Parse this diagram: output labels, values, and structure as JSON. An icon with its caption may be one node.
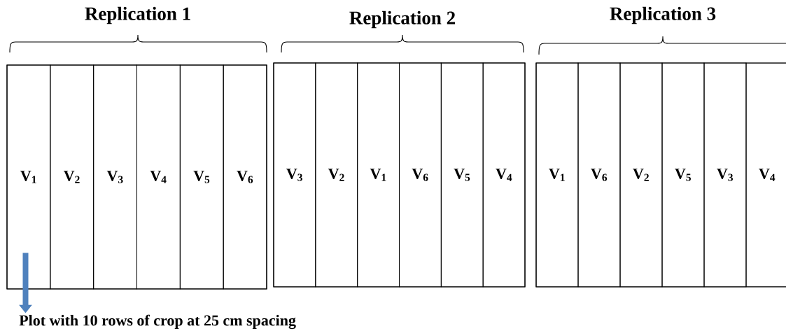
{
  "diagram": {
    "nodes": [
      {
        "text": [
          "Replication 1"
        ]
      },
      {
        "text": [
          "V$_{1}$"
        ],
        "in": 0
      },
      {
        "text": [
          "V$_{2}$"
        ],
        "in": 0
      },
      {
        "text": [
          "V$_{3}$"
        ],
        "in": 0
      },
      {
        "text": [
          "V$_{4}$"
        ],
        "in": 0
      },
      {
        "text": [
          "V$_{5}$"
        ],
        "in": 0
      },
      {
        "text": [
          "V$_{6}$"
        ],
        "in": 0
      },
      {
        "text": [
          "Replication 2"
        ]
      },
      {
        "text": [
          "V$_{3}$"
        ],
        "in": 7
      },
      {
        "text": [
          "V$_{2}$"
        ],
        "in": 7
      },
      {
        "text": [
          "V$_{1}$"
        ],
        "in": 7
      },
      {
        "text": [
          "V$_{6}$"
        ],
        "in": 7
      },
      {
        "text": [
          "V$_{5}$"
        ],
        "in": 7
      },
      {
        "text": [
          "V$_{4}$"
        ],
        "in": 7
      },
      {
        "text": [
          "Replication 3"
        ]
      },
      {
        "text": [
          "V$_{1}$"
        ],
        "in": 14
      },
      {
        "text": [
          "V$_{6}$"
        ],
        "in": 14
      },
      {
        "text": [
          "V$_{2}$"
        ],
        "in": 14
      },
      {
        "text": [
          "V$_{5}$"
        ],
        "in": 14
      },
      {
        "text": [
          "V$_{3}$"
        ],
        "in": 14
      },
      {
        "text": [
          "V$_{4}$"
        ],
        "in": 14
      },
      {
        "text": [
          "Plot with 10 rows of crop at 25 cm spacing"
        ]
      }
    ],
    "edges": [
      {
        "from": 1,
        "to": 21,
        "arrow": "to"
      }
    ]
  }
}
